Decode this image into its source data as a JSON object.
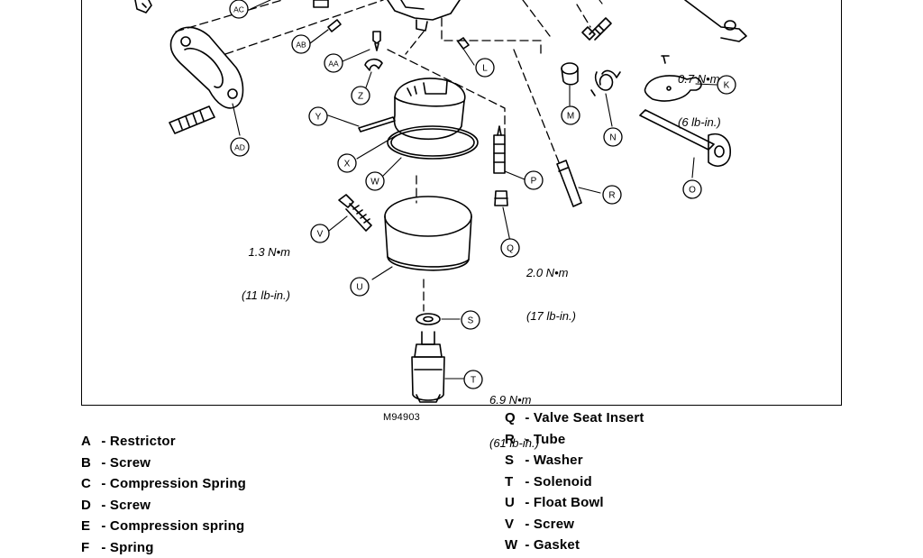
{
  "figure": {
    "code": "M94903",
    "callouts": [
      "AC",
      "AB",
      "AA",
      "Z",
      "Y",
      "X",
      "W",
      "V",
      "U",
      "AD",
      "L",
      "M",
      "N",
      "K",
      "O",
      "P",
      "Q",
      "R",
      "S",
      "T"
    ],
    "torques": [
      {
        "nm": "0.7 N•m",
        "lbin": "(6 lb-in.)"
      },
      {
        "nm": "1.3 N•m",
        "lbin": "(11 lb-in.)"
      },
      {
        "nm": "2.0 N•m",
        "lbin": "(17 lb-in.)"
      },
      {
        "nm": "6.9 N•m",
        "lbin": "(61 lb-in.)"
      }
    ]
  },
  "legend_left": [
    {
      "key": "A",
      "label": " - Restrictor"
    },
    {
      "key": "B",
      "label": " - Screw"
    },
    {
      "key": "C",
      "label": " - Compression Spring"
    },
    {
      "key": "D",
      "label": " - Screw"
    },
    {
      "key": "E",
      "label": " - Compression spring"
    },
    {
      "key": "F",
      "label": " - Spring"
    }
  ],
  "legend_right": [
    {
      "key": "Q",
      "label": " - Valve Seat Insert"
    },
    {
      "key": "R",
      "label": " - Tube"
    },
    {
      "key": "S",
      "label": " - Washer"
    },
    {
      "key": "T",
      "label": " - Solenoid"
    },
    {
      "key": "U",
      "label": " - Float Bowl"
    },
    {
      "key": "V",
      "label": " - Screw"
    },
    {
      "key": "W",
      "label": " - Gasket"
    }
  ]
}
